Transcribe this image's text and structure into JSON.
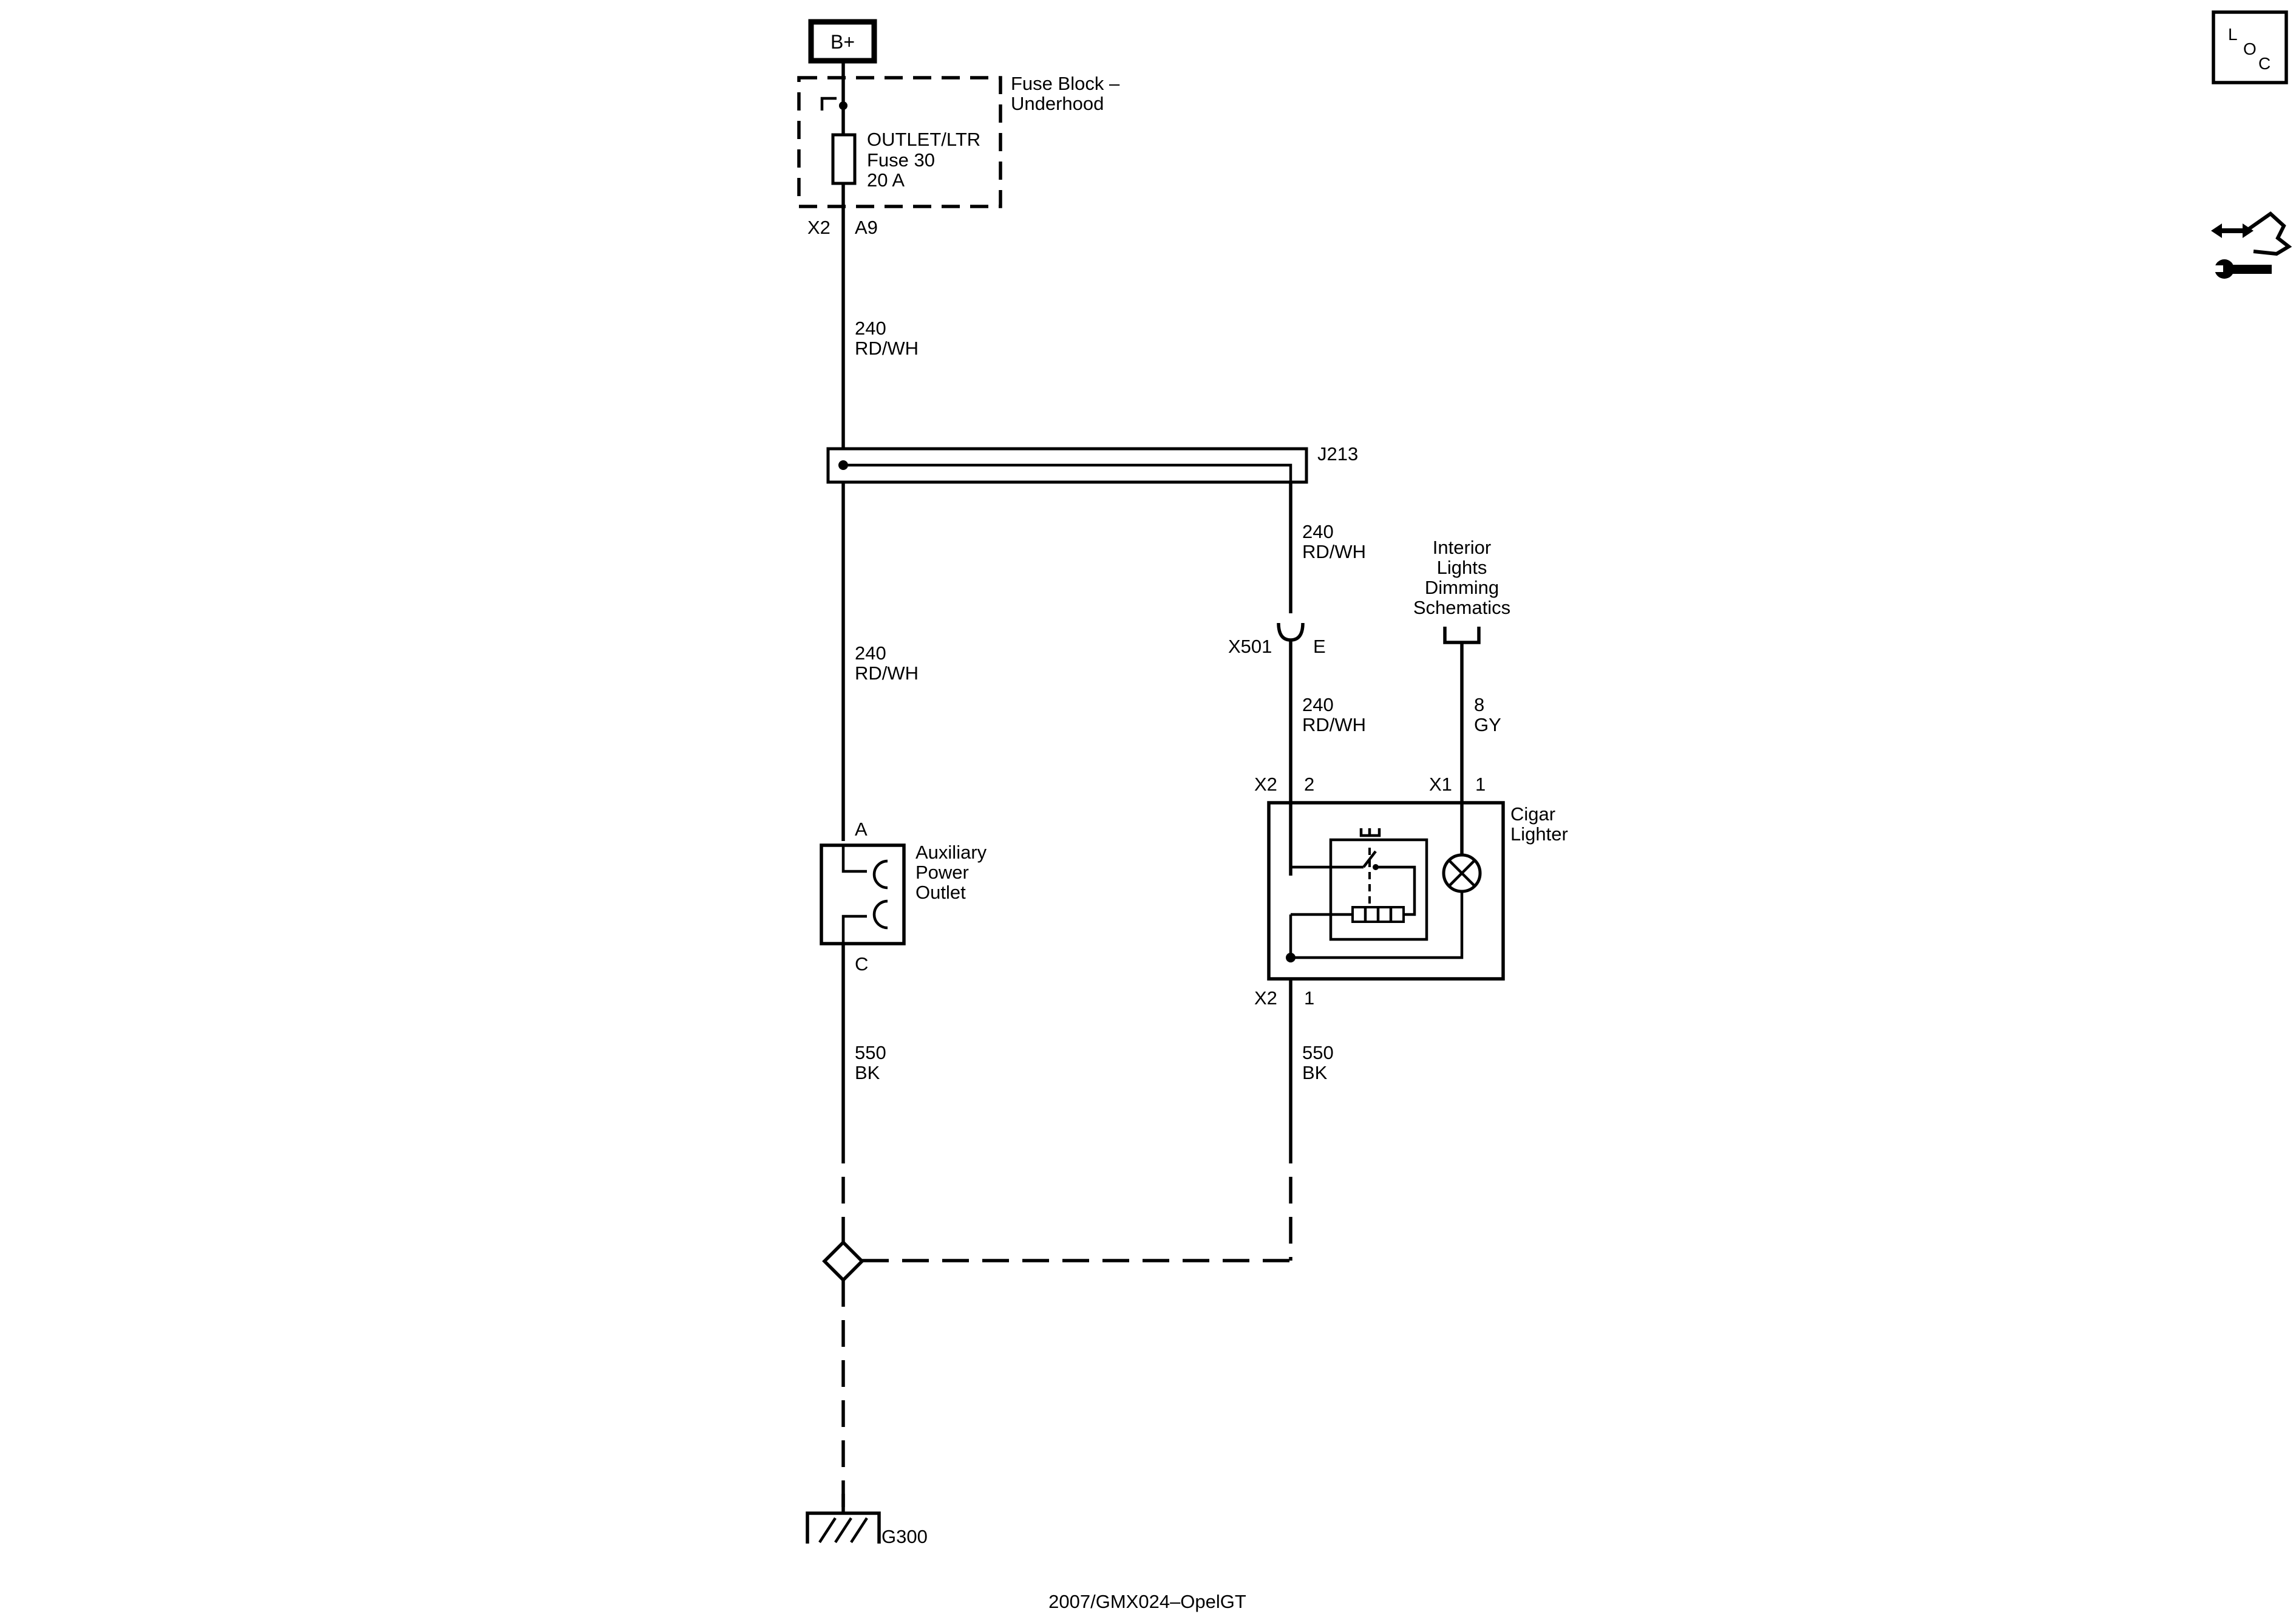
{
  "battery": {
    "label": "B+"
  },
  "fuse_block": {
    "name_line1": "Fuse Block –",
    "name_line2": "Underhood",
    "fuse_line1": "OUTLET/LTR",
    "fuse_line2": "Fuse 30",
    "fuse_line3": "20 A",
    "connector": "X2",
    "pin": "A9"
  },
  "wires": {
    "feed_top": {
      "circuit": "240",
      "color": "RD/WH"
    },
    "splice_to_x501": {
      "circuit": "240",
      "color": "RD/WH"
    },
    "feed_outlet": {
      "circuit": "240",
      "color": "RD/WH"
    },
    "x501_to_lighter": {
      "circuit": "240",
      "color": "RD/WH"
    },
    "dimming": {
      "circuit": "8",
      "color": "GY"
    },
    "outlet_ground": {
      "circuit": "550",
      "color": "BK"
    },
    "lighter_ground": {
      "circuit": "550",
      "color": "BK"
    }
  },
  "splice": {
    "label": "J213"
  },
  "inline_connector": {
    "label": "X501",
    "pin": "E"
  },
  "dimming_ref": {
    "line1": "Interior",
    "line2": "Lights",
    "line3": "Dimming",
    "line4": "Schematics"
  },
  "aux_outlet": {
    "line1": "Auxiliary",
    "line2": "Power",
    "line3": "Outlet",
    "pin_top": "A",
    "pin_bottom": "C"
  },
  "cigar_lighter": {
    "line1": "Cigar",
    "line2": "Lighter",
    "x2_conn": "X2",
    "x2_pin": "2",
    "x1_conn": "X1",
    "x1_pin": "1",
    "bottom_conn": "X2",
    "bottom_pin": "1"
  },
  "ground": {
    "label": "G300"
  },
  "footer": {
    "text": "2007/GMX024–OpelGT"
  },
  "icons": {
    "loc": {
      "l": "L",
      "o": "O",
      "c": "C"
    },
    "nav": "component-locator-icon"
  }
}
